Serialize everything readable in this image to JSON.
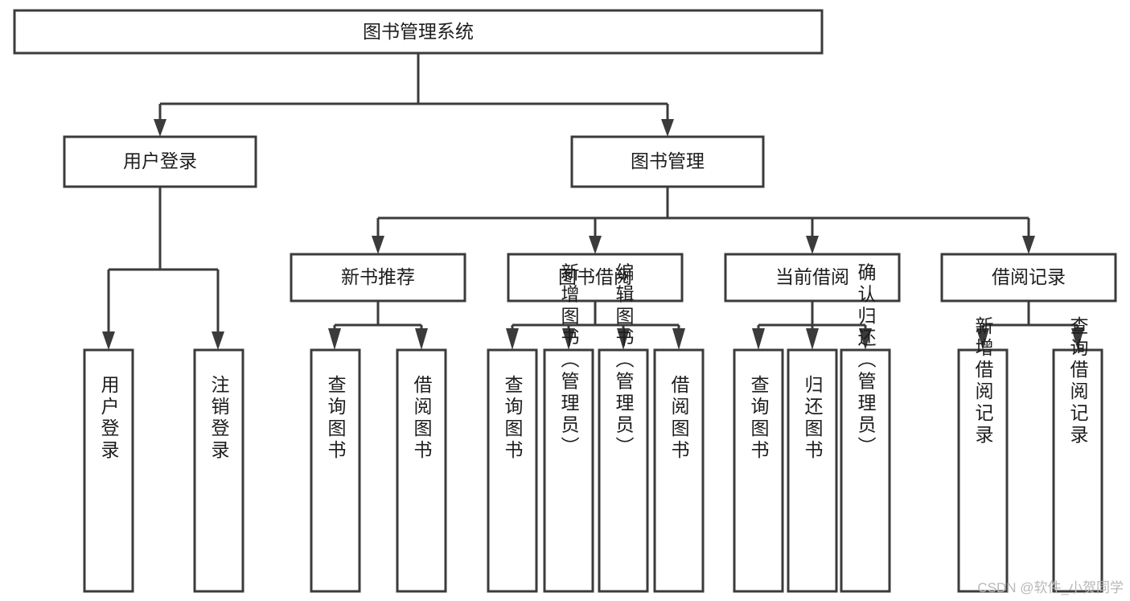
{
  "diagram": {
    "type": "hierarchy-tree",
    "title_node": {
      "label": "图书管理系统"
    },
    "level2": [
      {
        "id": "user-login",
        "label": "用户登录"
      },
      {
        "id": "book-management",
        "label": "图书管理"
      }
    ],
    "level3": [
      {
        "id": "new-book-recommend",
        "label": "新书推荐"
      },
      {
        "id": "book-borrow",
        "label": "图书借阅"
      },
      {
        "id": "current-borrow",
        "label": "当前借阅"
      },
      {
        "id": "borrow-record",
        "label": "借阅记录"
      }
    ],
    "leaves": {
      "user_login": [
        {
          "id": "leaf-user-login",
          "label": "用户登录"
        },
        {
          "id": "leaf-logout-login",
          "label": "注销登录"
        }
      ],
      "new_book_recommend": [
        {
          "id": "leaf-query-book-1",
          "label": "查询图书"
        },
        {
          "id": "leaf-borrow-book-1",
          "label": "借阅图书"
        }
      ],
      "book_borrow": [
        {
          "id": "leaf-query-book-2",
          "label": "查询图书"
        },
        {
          "id": "leaf-add-book",
          "label": "新增图书（管理员）"
        },
        {
          "id": "leaf-edit-book",
          "label": "编辑图书（管理员）"
        },
        {
          "id": "leaf-borrow-book-2",
          "label": "借阅图书"
        }
      ],
      "current_borrow": [
        {
          "id": "leaf-query-book-3",
          "label": "查询图书"
        },
        {
          "id": "leaf-return-book",
          "label": "归还图书"
        },
        {
          "id": "leaf-confirm-return",
          "label": "确认归还（管理员）"
        }
      ],
      "borrow_record": [
        {
          "id": "leaf-add-record",
          "label": "新增借阅记录"
        },
        {
          "id": "leaf-query-record",
          "label": "查询借阅记录"
        }
      ]
    }
  },
  "watermark": {
    "text": "CSDN @软件_小贺同学"
  },
  "colors": {
    "stroke": "#3b3b3b",
    "fill": "#ffffff",
    "text": "#1d1d1d",
    "watermark": "#b8b8b8"
  }
}
